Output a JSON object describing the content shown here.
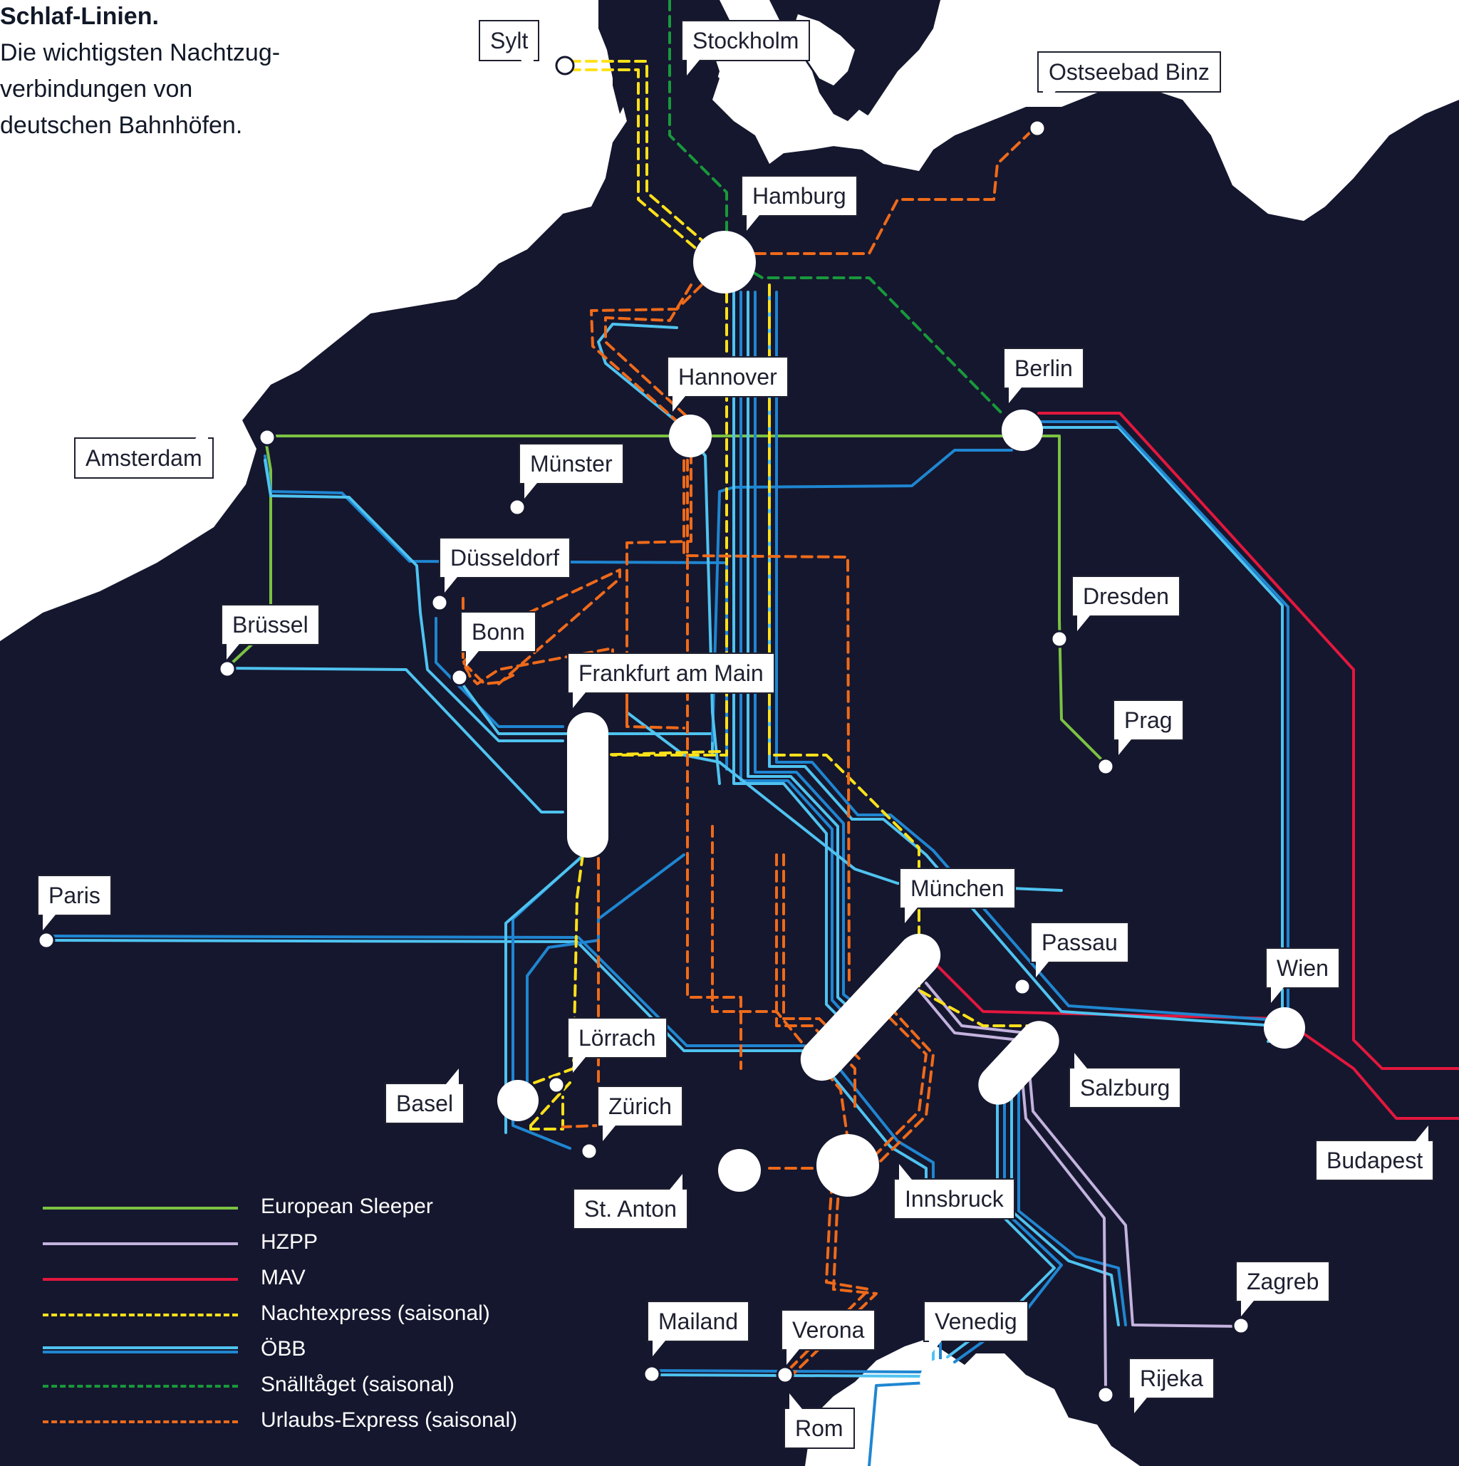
{
  "title": {
    "bold": "Schlaf-Linien.",
    "line1": "Die wichtigsten Nachtzug-",
    "line2": "verbindungen von",
    "line3": "deutschen Bahnhöfen."
  },
  "colors": {
    "land": "#15172e",
    "sea": "#ffffff",
    "european_sleeper": "#7cc242",
    "hzpp": "#c3b3de",
    "mav": "#e3173e",
    "nachtexpress": "#ffe11a",
    "oebb_light": "#4fc3f0",
    "oebb_dark": "#1f86d1",
    "snalltaget": "#18993b",
    "urlaubs_express": "#ef6a1a"
  },
  "cities": {
    "sylt": "Sylt",
    "stockholm": "Stockholm",
    "ostseebad_binz": "Ostseebad Binz",
    "hamburg": "Hamburg",
    "hannover": "Hannover",
    "berlin": "Berlin",
    "amsterdam": "Amsterdam",
    "muenster": "Münster",
    "duesseldorf": "Düsseldorf",
    "bonn": "Bonn",
    "bruessel": "Brüssel",
    "frankfurt": "Frankfurt am Main",
    "dresden": "Dresden",
    "prag": "Prag",
    "paris": "Paris",
    "muenchen": "München",
    "passau": "Passau",
    "wien": "Wien",
    "loerrach": "Lörrach",
    "basel": "Basel",
    "zuerich": "Zürich",
    "salzburg": "Salzburg",
    "budapest": "Budapest",
    "st_anton": "St. Anton",
    "innsbruck": "Innsbruck",
    "zagreb": "Zagreb",
    "mailand": "Mailand",
    "verona": "Verona",
    "venedig": "Venedig",
    "rijeka": "Rijeka",
    "rom": "Rom"
  },
  "legend": [
    {
      "key": "european_sleeper",
      "label": "European Sleeper",
      "style": "solid",
      "color": "#7cc242"
    },
    {
      "key": "hzpp",
      "label": "HZPP",
      "style": "solid",
      "color": "#c3b3de"
    },
    {
      "key": "mav",
      "label": "MAV",
      "style": "solid",
      "color": "#e3173e"
    },
    {
      "key": "nachtexpress",
      "label": "Nachtexpress (saisonal)",
      "style": "dashed",
      "color": "#ffe11a"
    },
    {
      "key": "oebb",
      "label": "ÖBB",
      "style": "double",
      "color": "#4fc3f0"
    },
    {
      "key": "snalltaget",
      "label": "Snälltåget (saisonal)",
      "style": "dashed",
      "color": "#18993b"
    },
    {
      "key": "urlaubs_express",
      "label": "Urlaubs-Express (saisonal)",
      "style": "dashed",
      "color": "#ef6a1a"
    }
  ]
}
